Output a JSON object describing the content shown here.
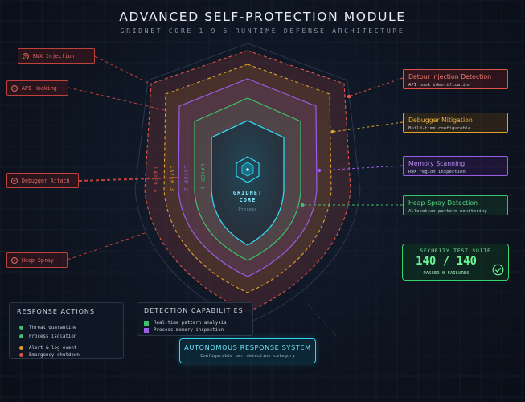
{
  "header": {
    "title": "ADVANCED SELF-PROTECTION MODULE",
    "subtitle": "GRIDNET CORE 1.9.5 RUNTIME DEFENSE ARCHITECTURE"
  },
  "core": {
    "name_line1": "GRIDNET",
    "name_line2": "CORE",
    "label": "Process"
  },
  "layers": [
    {
      "label": "LAYER 4",
      "color": "#e0544a"
    },
    {
      "label": "LAYER 3",
      "color": "#e0a02a"
    },
    {
      "label": "LAYER 2",
      "color": "#9b5de5"
    },
    {
      "label": "LAYER 1",
      "color": "#3fbf6a"
    }
  ],
  "threats": [
    {
      "label": "RWX Injection"
    },
    {
      "label": "API Hooking"
    },
    {
      "label": "Debugger Attach"
    },
    {
      "label": "Heap Spray"
    }
  ],
  "detections": [
    {
      "title": "Detour Injection Detection",
      "desc": "API hook identification",
      "color": "#e0544a"
    },
    {
      "title": "Debugger Mitigation",
      "desc": "Build-time configurable",
      "color": "#e0a02a"
    },
    {
      "title": "Memory Scanning",
      "desc": "RWX region inspection",
      "color": "#9b5de5"
    },
    {
      "title": "Heap-Spray Detection",
      "desc": "Allocation pattern monitoring",
      "color": "#3fbf6a"
    }
  ],
  "test_suite": {
    "title": "SECURITY TEST SUITE",
    "score": "140 / 140",
    "status": "PASSED 0 FAILURES",
    "color": "#33d46a"
  },
  "response_actions": {
    "title": "RESPONSE ACTIONS",
    "items": [
      {
        "label": "Threat quarantine",
        "color": "#3fbf6a"
      },
      {
        "label": "Process isolation",
        "color": "#3fbf6a"
      },
      {
        "label": "Alert & log event",
        "color": "#e0a02a"
      },
      {
        "label": "Emergency shutdown",
        "color": "#e0544a"
      }
    ]
  },
  "detection_capabilities": {
    "title": "DETECTION CAPABILITIES",
    "items": [
      {
        "label": "Real-time pattern analysis",
        "color": "#3fbf6a"
      },
      {
        "label": "Process memory inspection",
        "color": "#9b5de5"
      }
    ]
  },
  "autonomous": {
    "title": "AUTONOMOUS RESPONSE SYSTEM",
    "desc": "Configurable per detection category",
    "color": "#33d6f0"
  }
}
